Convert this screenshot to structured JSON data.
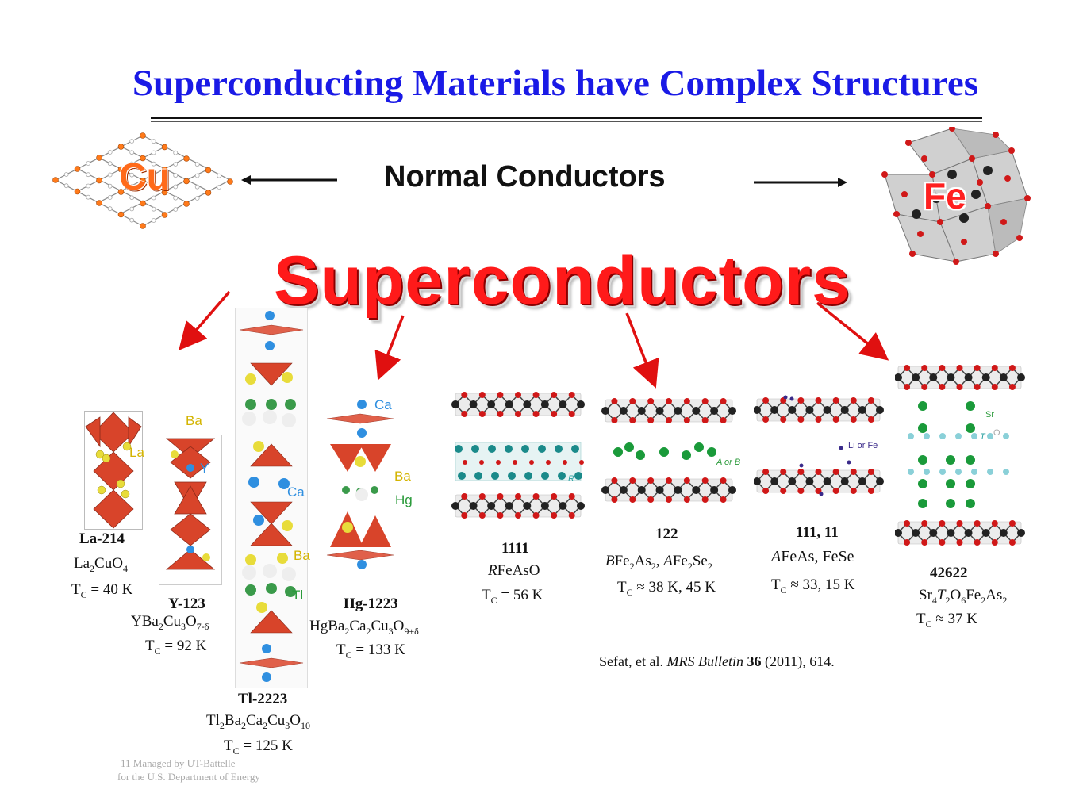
{
  "title": "Superconducting Materials have Complex Structures",
  "normal_conductors": "Normal Conductors",
  "cu_label": "Cu",
  "fe_label": "Fe",
  "superconductors": "Superconductors",
  "materials": {
    "la214": {
      "name": "La-214",
      "formula": "La<sub>2</sub>CuO<sub>4</sub>",
      "tc": "T<sub>C</sub> = 40 K",
      "elements": [
        "La"
      ]
    },
    "y123": {
      "name": "Y-123",
      "formula": "YBa<sub>2</sub>Cu<sub>3</sub>O<sub>7-δ</sub>",
      "tc": "T<sub>C</sub> = 92 K",
      "elements": [
        "Ba",
        "Y"
      ]
    },
    "tl2223": {
      "name": "Tl-2223",
      "formula": "Tl<sub>2</sub>Ba<sub>2</sub>Ca<sub>2</sub>Cu<sub>3</sub>O<sub>10</sub>",
      "tc": "T<sub>C</sub> = 125 K",
      "elements": [
        "Ca",
        "Ba",
        "Tl"
      ]
    },
    "hg1223": {
      "name": "Hg-1223",
      "formula": "HgBa<sub>2</sub>Ca<sub>2</sub>Cu<sub>3</sub>O<sub>9+δ</sub>",
      "tc": "T<sub>C</sub> = 133 K",
      "elements": [
        "Ca",
        "Ba",
        "Hg"
      ]
    },
    "m1111": {
      "name": "1111",
      "formula": "<i>R</i>FeAsO",
      "tc": "T<sub>C</sub> = 56 K",
      "elements": [
        "R"
      ]
    },
    "m122": {
      "name": "122",
      "formula": "<i>B</i>Fe<sub>2</sub>As<sub>2</sub>, <i>A</i>Fe<sub>2</sub>Se<sub>2</sub>",
      "tc": "T<sub>C</sub> ≈ 38 K, 45 K",
      "elements": [
        "A or B"
      ]
    },
    "m111": {
      "name": "111, 11",
      "formula": "<i>A</i>FeAs, FeSe",
      "tc": "T<sub>C</sub> ≈ 33,  15 K",
      "elements": [
        "Li or Fe"
      ]
    },
    "m42622": {
      "name": "42622",
      "formula": "Sr<sub>4</sub><i>T</i><sub>2</sub>O<sub>6</sub>Fe<sub>2</sub>As<sub>2</sub>",
      "tc": "T<sub>C</sub> ≈ 37 K",
      "elements": [
        "Sr",
        "T",
        "O"
      ]
    }
  },
  "reference": "Sefat, et al. <i>MRS Bulletin</i> <b>36</b> (2011), 614.",
  "footer": {
    "line1": "11 Managed by UT-Battelle",
    "line2": "for the U.S. Department of Energy"
  },
  "colors": {
    "title": "#1a1ae6",
    "superconductors": "#ff1a1a",
    "arrow": "#e01010",
    "cu": "#ff6a1a",
    "fe": "#ff2020"
  }
}
